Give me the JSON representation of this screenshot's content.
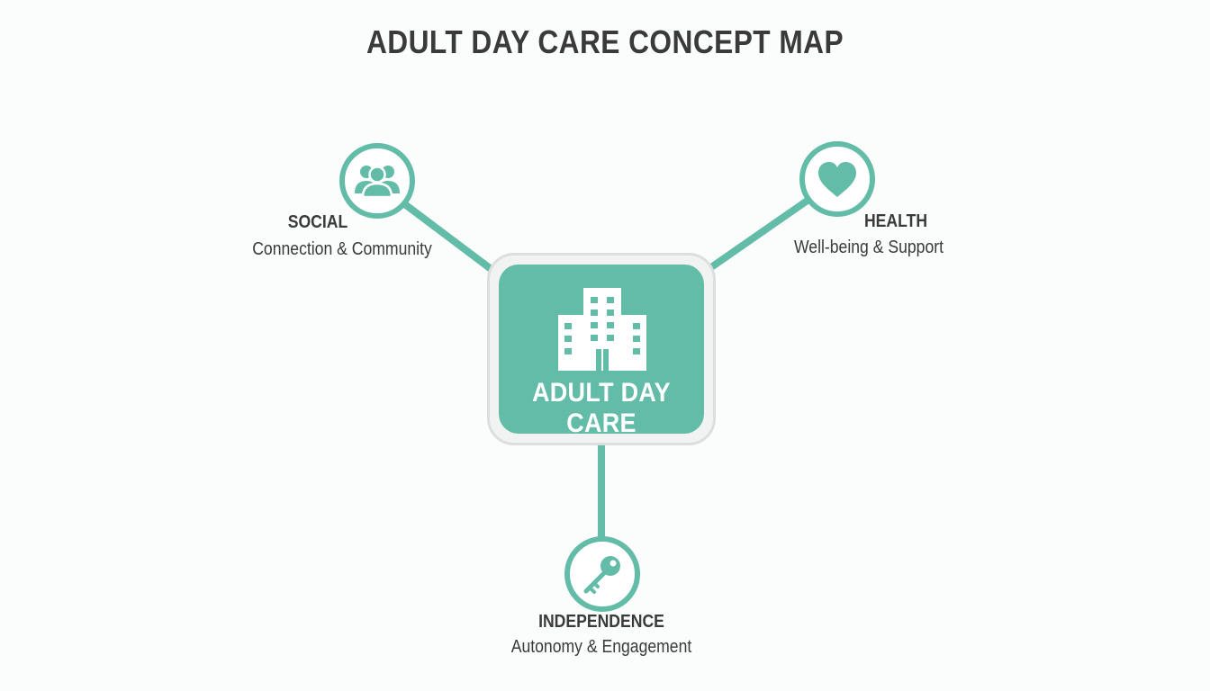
{
  "title": "ADULT DAY CARE CONCEPT MAP",
  "colors": {
    "accent": "#62bca8",
    "text": "#3a3a3a",
    "background": "#fbfcfc"
  },
  "center": {
    "label": "ADULT DAY CARE",
    "icon": "building-icon"
  },
  "nodes": [
    {
      "id": "social",
      "title": "SOCIAL",
      "subtitle": "Connection & Community",
      "icon": "people-group-icon"
    },
    {
      "id": "health",
      "title": "HEALTH",
      "subtitle": "Well-being & Support",
      "icon": "heart-icon"
    },
    {
      "id": "independence",
      "title": "INDEPENDENCE",
      "subtitle": "Autonomy & Engagement",
      "icon": "key-icon"
    }
  ]
}
